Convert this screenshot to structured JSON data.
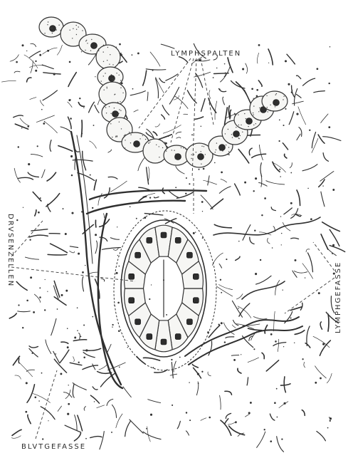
{
  "labels": {
    "lymphspalten": "LYMPHSPALTEN",
    "drusenzellen": "DRVSENZELLEN",
    "lymphgefasse": "LYMPHGEFASSE",
    "blutgefasse": "BLVTGEFASSE"
  },
  "colors": {
    "ink": "#2f2f2f",
    "paper": "#ffffff"
  }
}
